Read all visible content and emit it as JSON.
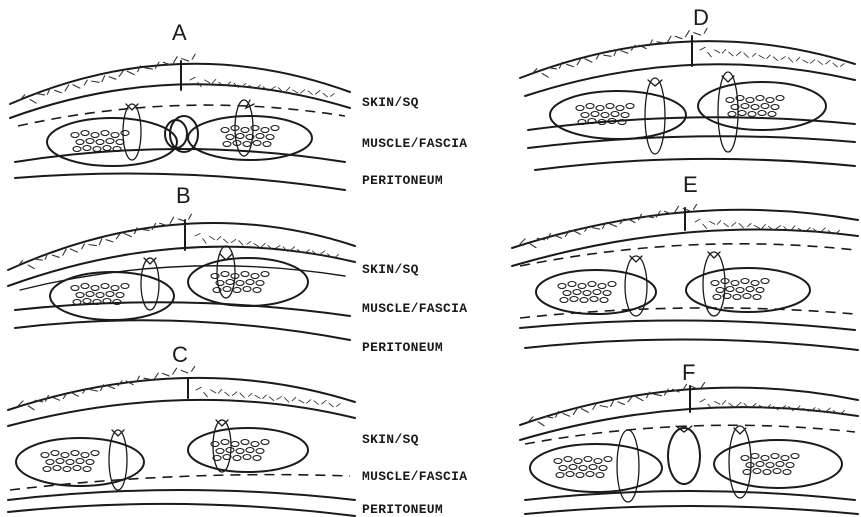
{
  "panels": [
    {
      "id": "A",
      "label": "A"
    },
    {
      "id": "B",
      "label": "B"
    },
    {
      "id": "C",
      "label": "C"
    },
    {
      "id": "D",
      "label": "D"
    },
    {
      "id": "E",
      "label": "E"
    },
    {
      "id": "F",
      "label": "F"
    }
  ],
  "layer_labels": {
    "skin": "SKIN/SQ",
    "muscle": "MUSCLE/FASCIA",
    "peritoneum": "PERITONEUM"
  }
}
